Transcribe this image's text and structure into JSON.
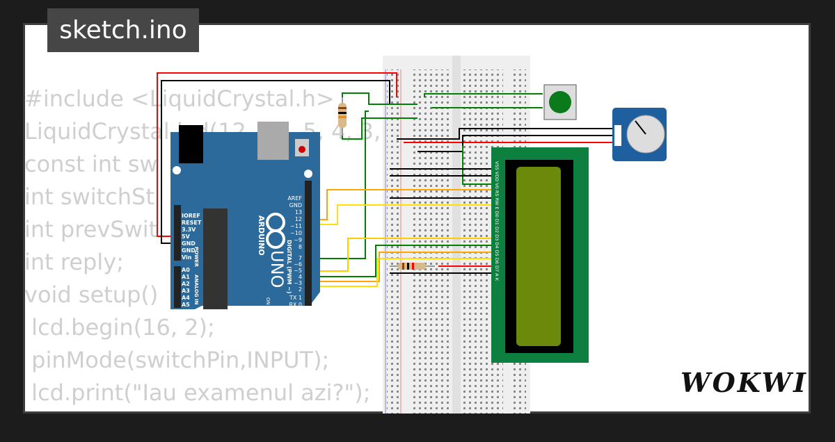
{
  "title": "sketch.ino",
  "code_lines": [
    "#include <LiquidCrystal.h>",
    "LiquidCrystal lcd(12, 11, 5, 4, 3, 2",
    "const int sw",
    "int switchSt",
    "int prevSwit",
    "int reply;",
    "void setup()",
    " lcd.begin(16, 2);",
    " pinMode(switchPin,INPUT);",
    " lcd.print(\"Iau examenul azi?\");"
  ],
  "arduino": {
    "brand": "ARDUINO",
    "model": "UNO",
    "power_pins": [
      "IOREF",
      "RESET",
      "3.3V",
      "5V",
      "GND",
      "GND",
      "Vin"
    ],
    "analog_pins": [
      "A0",
      "A1",
      "A2",
      "A3",
      "A4",
      "A5"
    ],
    "digital_pins": [
      "AREF",
      "GND",
      "13",
      "12",
      "~11",
      "~10",
      "~9",
      "8",
      "7",
      "~6",
      "~5",
      "4",
      "~3",
      "2",
      "TX 1",
      "RX 0"
    ],
    "power_label": "POWER",
    "analog_label": "ANALOG IN",
    "digital_label": "DIGITAL (PWM ~)",
    "on_label": "ON"
  },
  "lcd_pins": "VSS VDD V0 RS RW E D0 D1 D2 D3 D4 D5 D6 D7 A K",
  "logo": "WOKWI",
  "colors": {
    "board": "#2b6a9b",
    "lcd_pcb": "#0d7f3f",
    "lcd_screen": "#6b8a0a",
    "wire_red": "#ff0000",
    "wire_green": "#008000",
    "wire_orange": "#ffa500",
    "wire_yellow": "#ffe000"
  }
}
